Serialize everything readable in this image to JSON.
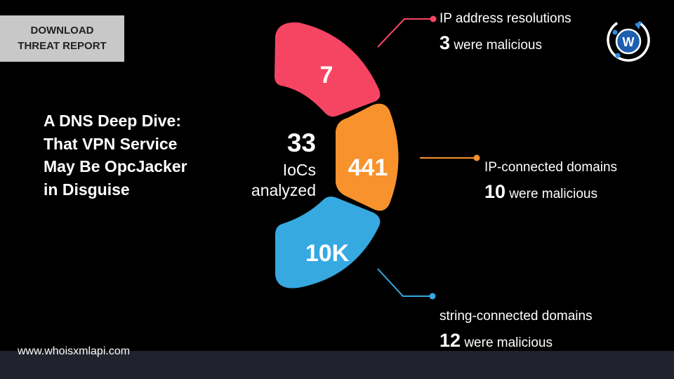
{
  "download_button": {
    "line1": "DOWNLOAD",
    "line2": "THREAT REPORT"
  },
  "title": "A DNS Deep Dive: That VPN Service May Be OpcJacker in Disguise",
  "center": {
    "number": "33",
    "line1": "IoCs",
    "line2": "analyzed"
  },
  "segments": [
    {
      "value": "7",
      "color": "#f64563"
    },
    {
      "value": "441",
      "color": "#f7922d"
    },
    {
      "value": "10K",
      "color": "#36a9e1"
    }
  ],
  "callouts": [
    {
      "label": "IP address resolutions",
      "count": "3",
      "suffix": "were malicious",
      "color": "#f64563"
    },
    {
      "label": "IP-connected domains",
      "count": "10",
      "suffix": "were malicious",
      "color": "#f7922d"
    },
    {
      "label": "string-connected domains",
      "count": "12",
      "suffix": "were malicious",
      "color": "#36a9e1"
    }
  ],
  "logo": {
    "icon": "whoisxmlapi-logo",
    "letter": "W"
  },
  "footer": {
    "url": "www.whoisxmlapi.com"
  }
}
